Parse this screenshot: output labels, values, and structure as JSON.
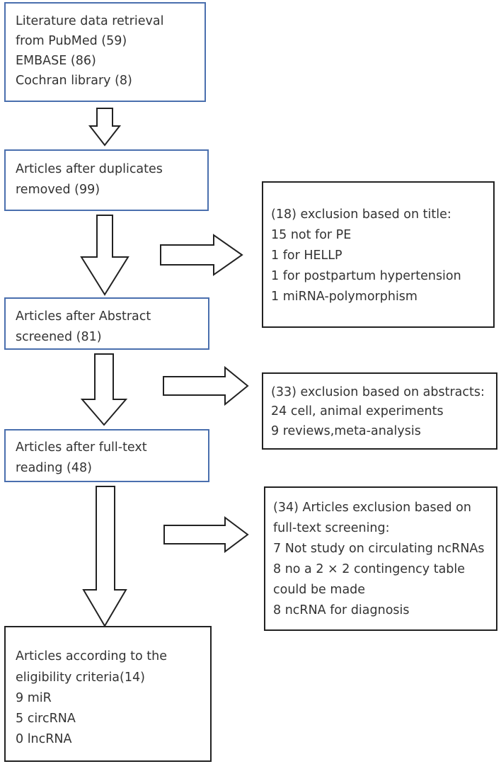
{
  "boxes": {
    "retrieval": {
      "lines": [
        "Literature data retrieval",
        "from PubMed (59)",
        "EMBASE (86)",
        "Cochran library (8)"
      ]
    },
    "duplicates": {
      "lines": [
        "Articles after duplicates",
        "removed (99)"
      ]
    },
    "abstract": {
      "lines": [
        "Articles after Abstract",
        "screened (81)"
      ]
    },
    "fulltext": {
      "lines": [
        "Articles after full-text",
        "reading (48)"
      ]
    },
    "eligible": {
      "lines": [
        "Articles according to the",
        "eligibility criteria(14)",
        "9 miR",
        "5 circRNA",
        "0 lncRNA"
      ]
    },
    "excl_title": {
      "lines": [
        "(18) exclusion based on title:",
        "15 not for PE",
        "1 for HELLP",
        "1 for postpartum hypertension",
        "1 miRNA-polymorphism"
      ]
    },
    "excl_abstract": {
      "lines": [
        "(33) exclusion based on abstracts:",
        "24 cell, animal experiments",
        "9 reviews,meta-analysis"
      ]
    },
    "excl_fulltext": {
      "lines": [
        "(34) Articles exclusion based on",
        "full-text screening:",
        "7 Not study on circulating ncRNAs",
        "8 no a 2 × 2 contingency table",
        "could be made",
        "8 ncRNA for diagnosis"
      ]
    }
  },
  "colors": {
    "main_border": "#4a6fae",
    "side_border": "#222222",
    "arrow": "#222222",
    "text": "#333333"
  }
}
